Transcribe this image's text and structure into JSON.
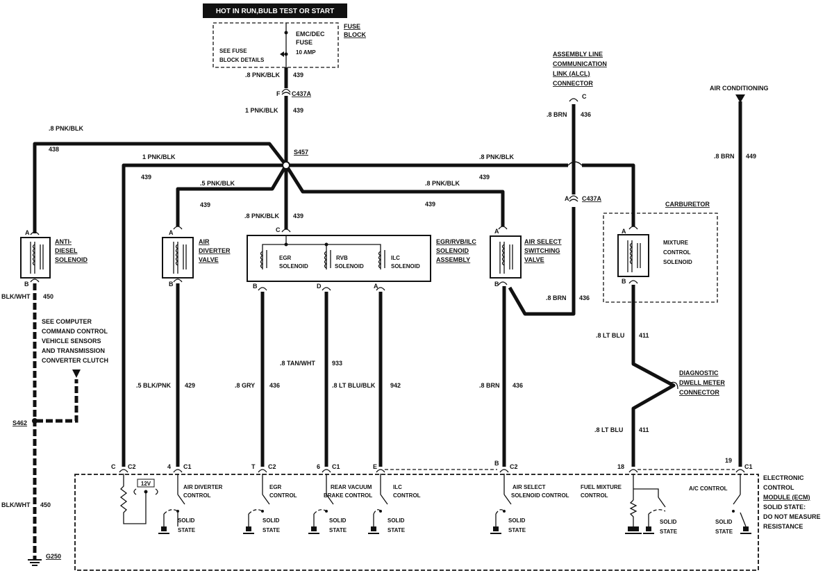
{
  "header": {
    "title": "HOT IN RUN,BULB TEST OR START"
  },
  "fuse": {
    "block_label": [
      "FUSE",
      "BLOCK"
    ],
    "name": [
      "EMC/DEC",
      "FUSE"
    ],
    "rating": "10 AMP",
    "details": [
      "SEE FUSE",
      "BLOCK DETAILS"
    ]
  },
  "wires": {
    "w439a": {
      "gauge": ".8 PNK/BLK",
      "circuit": "439"
    },
    "c437a_top": {
      "pin": "F",
      "name": "C437A"
    },
    "w439b": {
      "gauge": "1 PNK/BLK",
      "circuit": "439"
    },
    "splice_s457": "S457",
    "w438": {
      "gauge": ".8 PNK/BLK",
      "circuit": "438"
    },
    "w439_left": {
      "gauge": "1 PNK/BLK",
      "circuit": "439"
    },
    "w439_right": {
      "gauge": ".8 PNK/BLK",
      "circuit": "439"
    },
    "w439_air": {
      "gauge": ".5 PNK/BLK",
      "circuit": "439"
    },
    "w439_mid": {
      "gauge": ".8 PNK/BLK",
      "circuit": "439"
    },
    "w439_sel": {
      "gauge": ".8 PNK/BLK",
      "circuit": "439"
    },
    "w450_top": {
      "gauge": "BLK/WHT",
      "circuit": "450"
    },
    "w450_bot": {
      "gauge": "BLK/WHT",
      "circuit": "450"
    },
    "w429": {
      "gauge": ".5 BLK/PNK",
      "circuit": "429"
    },
    "w436_gry": {
      "gauge": ".8 GRY",
      "circuit": "436"
    },
    "w933": {
      "gauge": ".8 TAN/WHT",
      "circuit": "933"
    },
    "w942": {
      "gauge": ".8 LT BLU/BLK",
      "circuit": "942"
    },
    "w436_brn_low": {
      "gauge": ".8 BRN",
      "circuit": "436"
    },
    "w436_brn_mid": {
      "gauge": ".8 BRN",
      "circuit": "436"
    },
    "w436_brn_top": {
      "gauge": ".8 BRN",
      "circuit": "436"
    },
    "w411_top": {
      "gauge": ".8 LT BLU",
      "circuit": "411"
    },
    "w411_bot": {
      "gauge": ".8 LT BLU",
      "circuit": "411"
    },
    "w449": {
      "gauge": ".8 BRN",
      "circuit": "449"
    },
    "c437a_right": {
      "pin": "A",
      "name": "C437A"
    },
    "splice_s462": "S462",
    "ground": "G250"
  },
  "components": {
    "anti_diesel": {
      "label": [
        "ANTI-",
        "DIESEL",
        "SOLENOID"
      ],
      "pin_top": "A",
      "pin_bottom": "B"
    },
    "air_diverter": {
      "label": [
        "AIR",
        "DIVERTER",
        "VALVE"
      ],
      "pin_top": "A",
      "pin_bottom": "B"
    },
    "solenoid_assembly": {
      "label": [
        "EGR/RVB/ILC",
        "SOLENOID",
        "ASSEMBLY"
      ],
      "pin_top": "C",
      "egr": [
        "EGR",
        "SOLENOID"
      ],
      "rvb": [
        "RVB",
        "SOLENOID"
      ],
      "ilc": [
        "ILC",
        "SOLENOID"
      ],
      "pin_b": "B",
      "pin_d": "D",
      "pin_a": "A"
    },
    "air_select": {
      "label": [
        "AIR SELECT",
        "SWITCHING",
        "VALVE"
      ],
      "pin_top": "A",
      "pin_bottom": "B"
    },
    "carburetor": {
      "label": "CARBURETOR",
      "solenoid": [
        "MIXTURE",
        "CONTROL",
        "SOLENOID"
      ],
      "pin_top": "A",
      "pin_bottom": "B"
    },
    "alcl": {
      "label": [
        "ASSEMBLY LINE",
        "COMMUNICATION",
        "LINK (ALCL)",
        "CONNECTOR"
      ],
      "pin": "C"
    },
    "air_conditioning": {
      "label": "AIR CONDITIONING"
    },
    "dwell_meter": {
      "label": [
        "DIAGNOSTIC",
        "DWELL METER",
        "CONNECTOR"
      ]
    },
    "see_computer": [
      "SEE COMPUTER",
      "COMMAND CONTROL",
      "VEHICLE SENSORS",
      "AND TRANSMISSION",
      "CONVERTER CLUTCH"
    ]
  },
  "ecm": {
    "label": [
      "ELECTRONIC",
      "CONTROL",
      "MODULE (ECM)",
      "SOLID STATE:",
      "DO NOT MEASURE",
      "RESISTANCE"
    ],
    "pins": [
      {
        "pin": "C",
        "conn": "C2"
      },
      {
        "pin": "4",
        "conn": "C1"
      },
      {
        "pin": "T",
        "conn": "C2"
      },
      {
        "pin": "6",
        "conn": "C1"
      },
      {
        "pin": "E",
        "conn": ""
      },
      {
        "pin": "B",
        "conn": "C2"
      },
      {
        "pin": "18",
        "conn": ""
      },
      {
        "pin": "19",
        "conn": "C1"
      }
    ],
    "voltage": "12V",
    "controls": {
      "air_diverter": [
        "AIR DIVERTER",
        "CONTROL"
      ],
      "egr": [
        "EGR",
        "CONTROL"
      ],
      "rvb": [
        "REAR VACUUM",
        "BRAKE CONTROL"
      ],
      "ilc": [
        "ILC",
        "CONTROL"
      ],
      "air_select": [
        "AIR SELECT",
        "SOLENOID CONTROL"
      ],
      "fuel": [
        "FUEL MIXTURE",
        "CONTROL"
      ],
      "ac": "A/C CONTROL"
    },
    "solid_state": [
      "SOLID",
      "STATE"
    ]
  }
}
